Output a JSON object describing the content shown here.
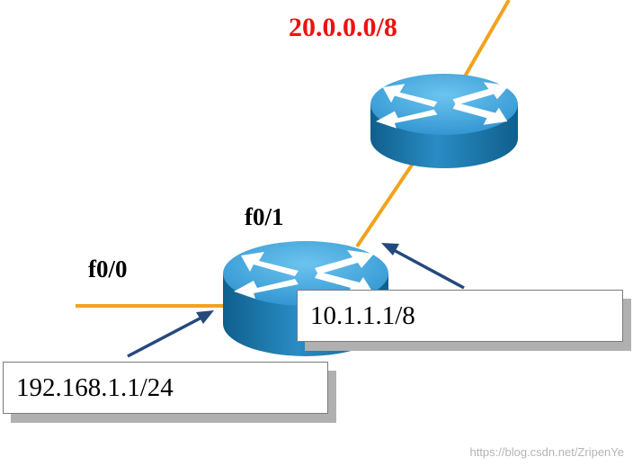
{
  "diagram": {
    "network_label": "20.0.0.0/8",
    "interface_f01": "f0/1",
    "interface_f00": "f0/0",
    "ip_f01": "10.1.1.1/8",
    "ip_f00": "192.168.1.1/24"
  },
  "watermark": "https://blog.csdn.net/ZripenYe",
  "colors": {
    "link": "#f2a31c",
    "router_top": "#3aa1dc",
    "router_side": "#1875a8",
    "network_label": "#ee1111",
    "arrow": "#24497e"
  }
}
